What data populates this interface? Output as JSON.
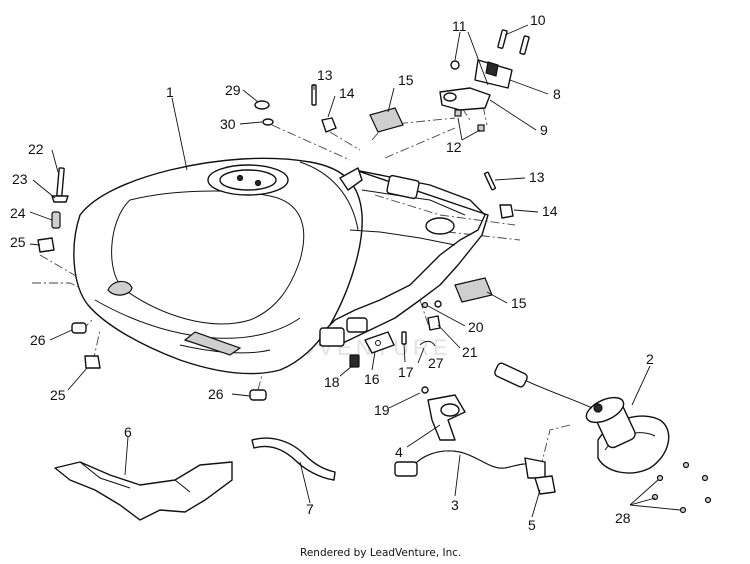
{
  "callouts": {
    "c1": "1",
    "c2": "2",
    "c3": "3",
    "c4": "4",
    "c5": "5",
    "c6": "6",
    "c7": "7",
    "c8": "8",
    "c9": "9",
    "c10": "10",
    "c11": "11",
    "c12": "12",
    "c13a": "13",
    "c13b": "13",
    "c14a": "14",
    "c14b": "14",
    "c15a": "15",
    "c15b": "15",
    "c16": "16",
    "c17": "17",
    "c18": "18",
    "c19": "19",
    "c20": "20",
    "c21": "21",
    "c22": "22",
    "c23": "23",
    "c24": "24",
    "c25a": "25",
    "c25b": "25",
    "c26a": "26",
    "c26b": "26",
    "c27": "27",
    "c28": "28",
    "c29": "29",
    "c30": "30"
  },
  "watermark": "LEADVENTURE",
  "footer": "Rendered by LeadVenture, Inc."
}
